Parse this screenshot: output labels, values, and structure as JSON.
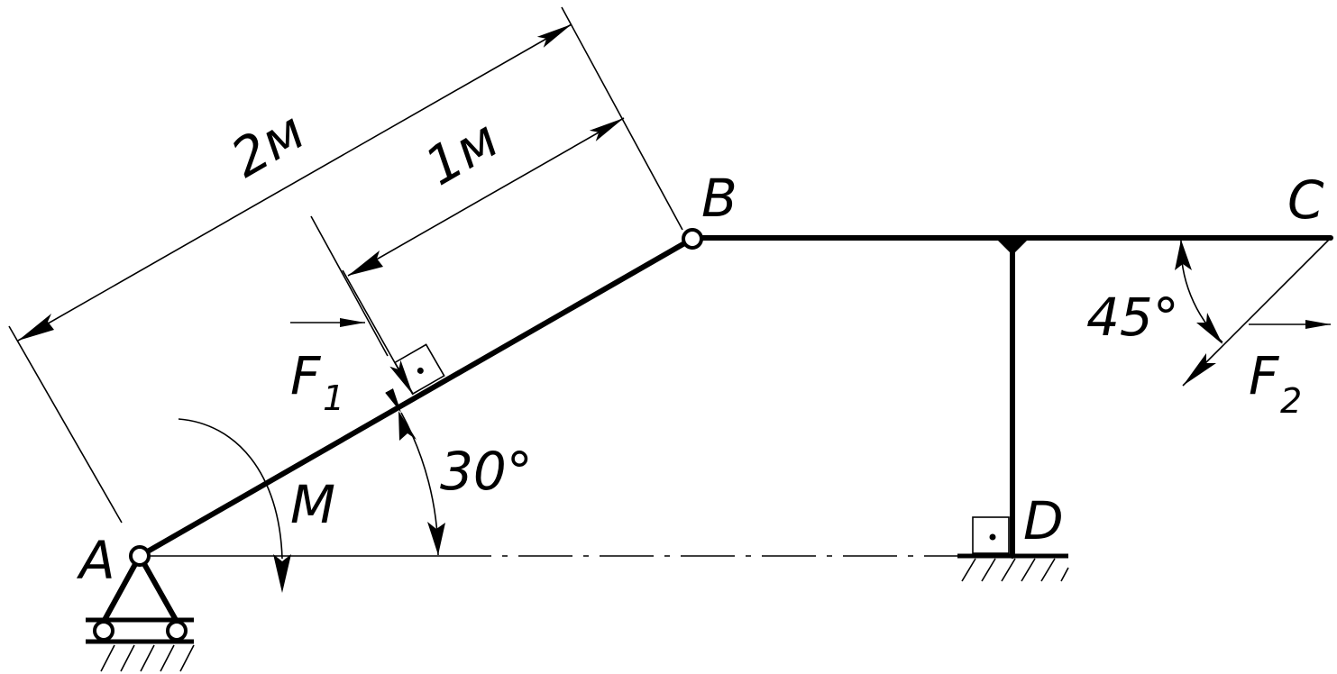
{
  "labels": {
    "point_a": "A",
    "point_b": "B",
    "point_c": "C",
    "point_d": "D",
    "dim_total": "2м",
    "dim_part": "1м",
    "angle_ab": "30°",
    "angle_c": "45°",
    "moment": "M",
    "force_1": "F",
    "force_1_sub": "1",
    "force_2": "F",
    "force_2_sub": "2"
  }
}
